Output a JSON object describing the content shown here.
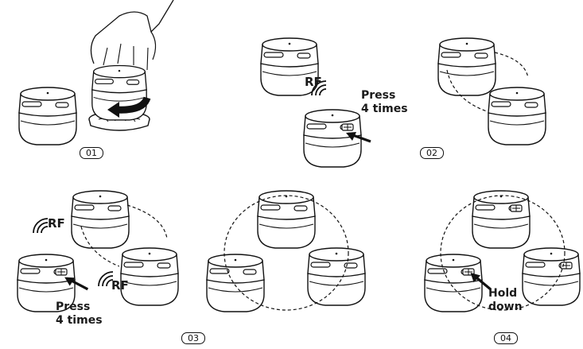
{
  "labels": {
    "rf": "RF",
    "press": "Press",
    "four_times": "4 times",
    "hold": "Hold",
    "down": "down"
  },
  "steps": [
    "01",
    "02",
    "03",
    "04"
  ]
}
